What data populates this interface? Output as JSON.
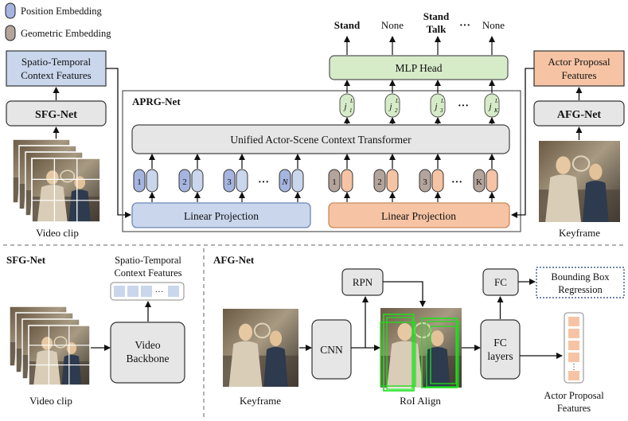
{
  "legend": {
    "position": "Position Embedding",
    "geometric": "Geometric Embedding"
  },
  "top": {
    "stc_features": [
      "Spatio-Temporal",
      "Context Features"
    ],
    "sfg_net": "SFG-Net",
    "video_clip": "Video clip",
    "aprg_title": "APRG-Net",
    "transformer": "Unified Actor-Scene Context Transformer",
    "linear_projection_left": "Linear Projection",
    "linear_projection_right": "Linear Projection",
    "pos_tokens": [
      "1",
      "2",
      "3",
      "N"
    ],
    "geo_tokens": [
      "1",
      "2",
      "3",
      "K"
    ],
    "ellipsis": "···",
    "mlp_head": "MLP Head",
    "outputs": [
      {
        "lines": [
          "Stand"
        ],
        "bold": true
      },
      {
        "lines": [
          "None"
        ],
        "bold": false
      },
      {
        "lines": [
          "Stand",
          "Talk"
        ],
        "bold": true
      },
      {
        "lines": [
          "···"
        ],
        "bold": true
      },
      {
        "lines": [
          "None"
        ],
        "bold": false
      }
    ],
    "j_tokens": [
      "1",
      "2",
      "3",
      "K"
    ],
    "actor_proposal_features": [
      "Actor Proposal",
      "Features"
    ],
    "afg_net": "AFG-Net",
    "keyframe": "Keyframe"
  },
  "bottom_left": {
    "title": "SFG-Net",
    "stc_features": [
      "Spatio-Temporal",
      "Context Features"
    ],
    "feature_dots": "···",
    "video_backbone": [
      "Video",
      "Backbone"
    ],
    "video_clip": "Video clip"
  },
  "bottom_right": {
    "title": "AFG-Net",
    "rpn": "RPN",
    "cnn": "CNN",
    "fc": "FC",
    "fc_layers": [
      "FC",
      "layers"
    ],
    "bbox_regression": [
      "Bounding Box",
      "Regression"
    ],
    "keyframe": "Keyframe",
    "roi_align": "RoI Align",
    "actor_proposal_features": [
      "Actor Proposal",
      "Features"
    ],
    "feature_dots": "⋮"
  },
  "colors": {
    "blue_fill": "#c9d6ec",
    "blue_stroke": "#6f86b5",
    "orange_fill": "#f6c4a4",
    "orange_stroke": "#c98a5e",
    "green_fill": "#d6ebc8",
    "green_stroke": "#7aa360",
    "gray_fill": "#e6e6e6",
    "pos_token_fill": "#a6b4e0",
    "geo_token_fill": "#b3a49c",
    "bbox_green": "#1ee01e",
    "bbox_stroke_dark": "#3a5a8c"
  }
}
